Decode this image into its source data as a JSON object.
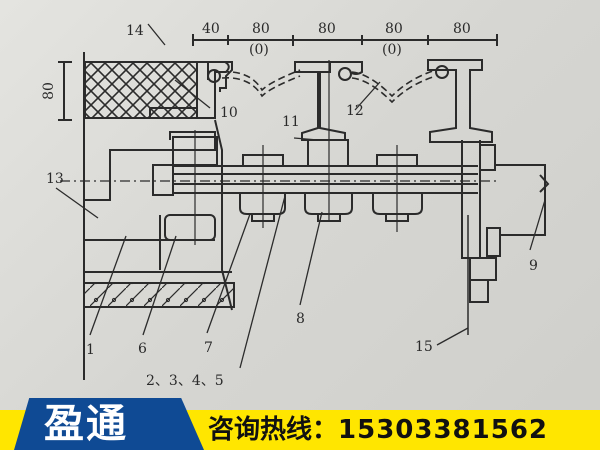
{
  "diagram": {
    "dimensions_top": [
      {
        "value": "40",
        "sub": ""
      },
      {
        "value": "80",
        "sub": "(0)"
      },
      {
        "value": "80",
        "sub": ""
      },
      {
        "value": "80",
        "sub": "(0)"
      },
      {
        "value": "80",
        "sub": ""
      }
    ],
    "dimension_left": "80",
    "part_labels": {
      "l1": "1",
      "l6": "6",
      "l7": "7",
      "l8": "8",
      "l9": "9",
      "l10": "10",
      "l11": "11",
      "l12": "12",
      "l13": "13",
      "l14": "14",
      "l15": "15",
      "l2345": "2、3、4、5"
    }
  },
  "banner": {
    "brand": "盈通",
    "hotline_label": "咨询热线：",
    "phone": "15303381562",
    "colors": {
      "blue": "#0f4a94",
      "yellow": "#ffe600"
    }
  }
}
